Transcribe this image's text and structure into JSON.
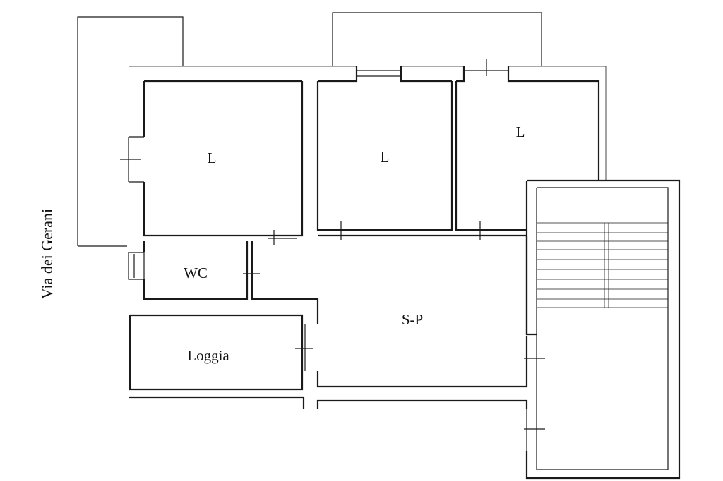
{
  "street": {
    "name": "Via dei Gerani"
  },
  "rooms": {
    "room_left": "L",
    "room_middle": "L",
    "room_right": "L",
    "bathroom": "WC",
    "living": "S-P",
    "loggia": "Loggia"
  }
}
